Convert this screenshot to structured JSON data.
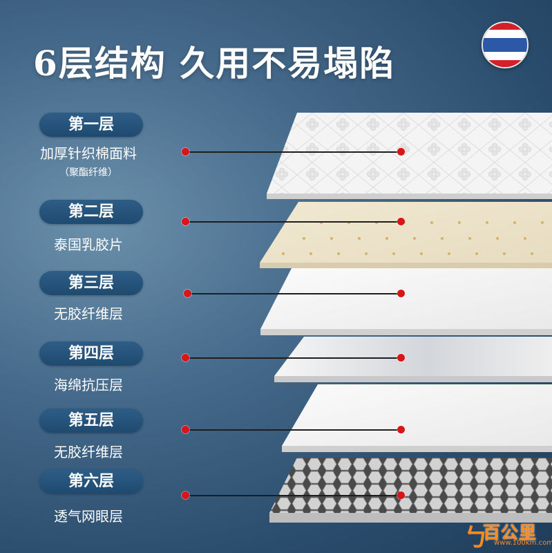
{
  "title": "6层结构 久用不易塌陷",
  "flag": {
    "name": "thailand-flag-icon",
    "colors": {
      "red": "#d4202a",
      "white": "#ffffff",
      "blue": "#2d58a8"
    }
  },
  "layers": [
    {
      "label": "第一层",
      "desc": "加厚针织棉面料",
      "sub": "（聚酯纤维）"
    },
    {
      "label": "第二层",
      "desc": "泰国乳胶片"
    },
    {
      "label": "第三层",
      "desc": "无胶纤维层"
    },
    {
      "label": "第四层",
      "desc": "海绵抗压层"
    },
    {
      "label": "第五层",
      "desc": "无胶纤维层"
    },
    {
      "label": "第六层",
      "desc": "透气网眼层"
    }
  ],
  "watermark": {
    "text": "百公里",
    "url": "www.100km.com"
  },
  "colors": {
    "accent_dot": "#d8161a",
    "pill": "#1f4a70",
    "background": "#45698a"
  }
}
